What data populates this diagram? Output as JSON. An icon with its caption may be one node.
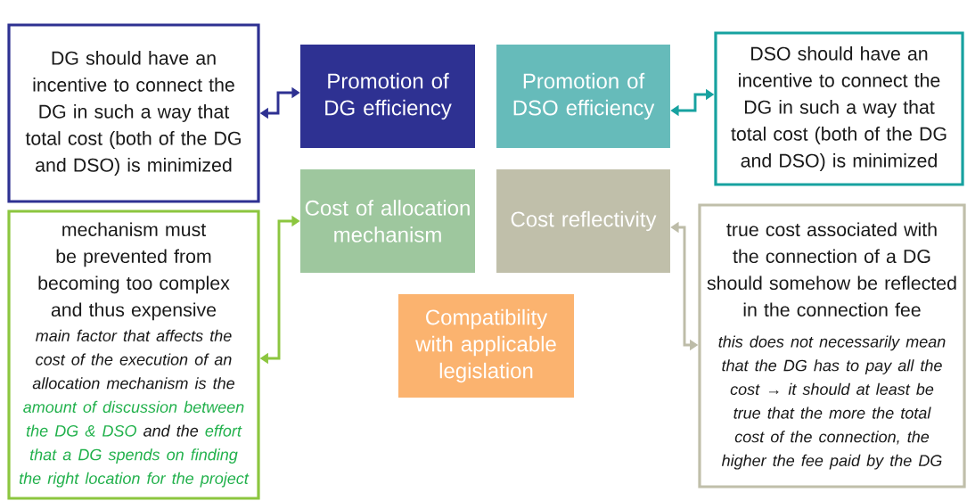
{
  "diagram": {
    "nodes": [
      {
        "text": [
          "DG should have an incentive to connect the DG in such a way that total cost (both of the DG and DSO) is minimized"
        ]
      },
      {
        "text": [
          "Promotion of DG efficiency"
        ]
      },
      {
        "text": [
          "Promotion of DSO efficiency"
        ]
      },
      {
        "text": [
          "DSO should have an incentive to connect the DG in such a way that total cost (both of the DG and DSO) is minimized"
        ]
      },
      {
        "text": [
          "Cost of allocation mechanism"
        ]
      },
      {
        "text": [
          "Cost reflectivity"
        ]
      },
      {
        "text": [
          "mechanism must be prevented from becoming too complex and thus expensive",
          "main factor that affects the cost of the execution of an allocation mechanism is the",
          "amount of discussion between the DG & DSO",
          "and the",
          "effort that a DG spends on finding the right location for the project"
        ]
      },
      {
        "text": [
          "Compatibility with applicable legislation"
        ]
      },
      {
        "text": [
          "true cost associated with the connection of a DG should somehow be reflected in the connection fee",
          "this does not necessarily mean that the DG has to pay all the cost → it should at least be true that the more the total cost of the connection, the higher the fee paid by the DG"
        ]
      }
    ],
    "edges": [
      {
        "from": 1,
        "to": 0,
        "arrow": "both",
        "color": "#2e3192"
      },
      {
        "from": 2,
        "to": 3,
        "arrow": "both",
        "color": "#17a2a0"
      },
      {
        "from": 4,
        "to": 6,
        "arrow": "both",
        "color": "#8cc63f"
      },
      {
        "from": 5,
        "to": 8,
        "arrow": "both",
        "color": "#bdbca8"
      }
    ]
  }
}
